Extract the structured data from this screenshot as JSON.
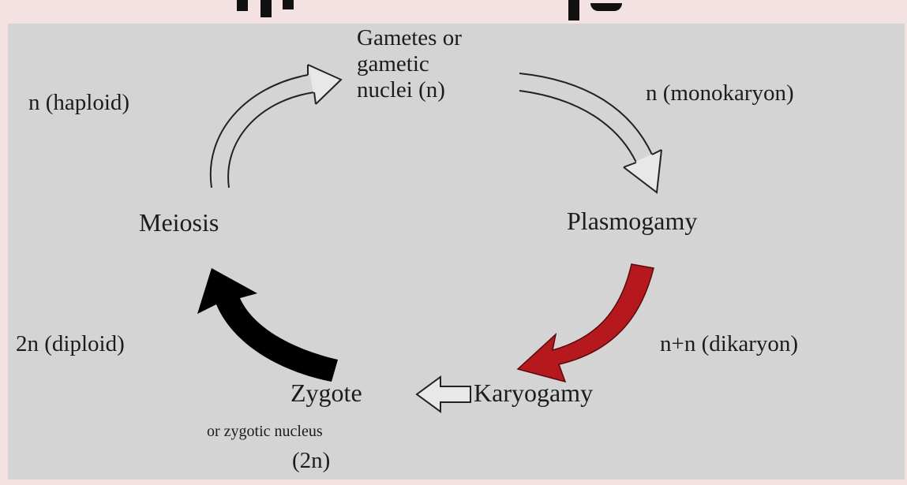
{
  "diagram": {
    "nodes": {
      "gametes": [
        "Gametes or",
        "gametic",
        "nuclei (n)"
      ],
      "meiosis": "Meiosis",
      "plasmogamy": "Plasmogamy",
      "karyogamy": "Karyogamy",
      "zygote": [
        "Zygote",
        "or zygotic nucleus",
        "(2n)"
      ]
    },
    "phase_labels": {
      "haploid": "n  (haploid)",
      "monokaryon": "n  (monokaryon)",
      "dikaryon": "n+n  (dikaryon)",
      "diploid": "2n  (diploid)"
    },
    "arrows": [
      {
        "from": "meiosis",
        "to": "gametes",
        "style": "outline"
      },
      {
        "from": "gametes",
        "to": "plasmogamy",
        "style": "outline"
      },
      {
        "from": "plasmogamy",
        "to": "karyogamy",
        "style": "filled",
        "color": "#b5191e"
      },
      {
        "from": "karyogamy",
        "to": "zygote",
        "style": "outline"
      },
      {
        "from": "zygote",
        "to": "meiosis",
        "style": "filled",
        "color": "#000000"
      }
    ],
    "colors": {
      "panel": "#d4d4d4",
      "frame": "#f4e2e3",
      "red_arrow": "#b5191e",
      "black_arrow": "#000000"
    }
  }
}
